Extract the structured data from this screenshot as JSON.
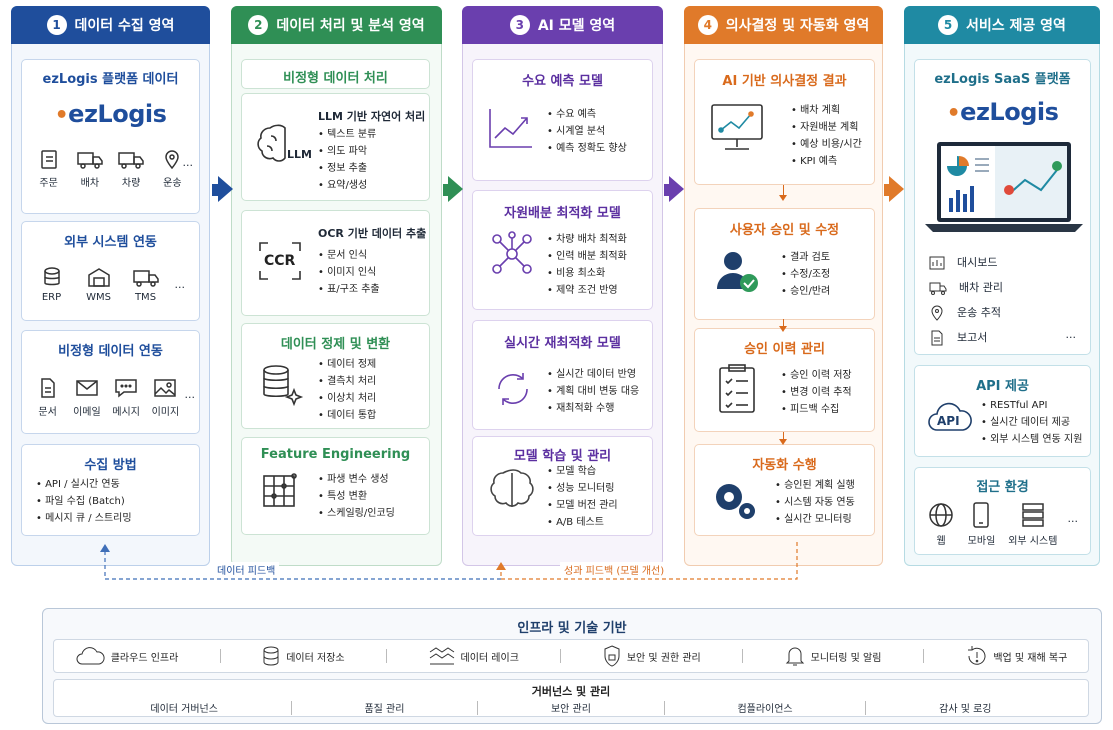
{
  "columns": [
    {
      "num": "1",
      "title": "데이터 수집 영역"
    },
    {
      "num": "2",
      "title": "데이터 처리 및 분석 영역"
    },
    {
      "num": "3",
      "title": "AI 모델 영역"
    },
    {
      "num": "4",
      "title": "의사결정 및 자동화 영역"
    },
    {
      "num": "5",
      "title": "서비스 제공 영역"
    }
  ],
  "col1": {
    "platform_title": "ezLogis 플랫폼 데이터",
    "logo": "ezLogis",
    "platform_items": [
      "주문",
      "배차",
      "차량",
      "운송"
    ],
    "ellipsis": "...",
    "external_title": "외부 시스템 연동",
    "external_items": [
      "ERP",
      "WMS",
      "TMS"
    ],
    "unstructured_title": "비정형 데이터 연동",
    "unstructured_items": [
      "문서",
      "이메일",
      "메시지",
      "이미지"
    ],
    "method_title": "수집 방법",
    "methods": [
      "API / 실시간 연동",
      "파일 수집 (Batch)",
      "메시지 큐 / 스트리밍"
    ]
  },
  "col2": {
    "section_title": "비정형 데이터 처리",
    "llm_title": "LLM 기반 자연어 처리",
    "llm_icon_text": "LLM",
    "llm_items": [
      "텍스트 분류",
      "의도 파악",
      "정보 추출",
      "요약/생성"
    ],
    "ocr_title": "OCR 기반 데이터 추출",
    "ocr_icon_text": "CCR",
    "ocr_items": [
      "문서 인식",
      "이미지 인식",
      "표/구조 추출"
    ],
    "clean_title": "데이터 정제 및 변환",
    "clean_items": [
      "데이터 정제",
      "결측치 처리",
      "이상치 처리",
      "데이터 통합"
    ],
    "fe_title": "Feature Engineering",
    "fe_items": [
      "파생 변수 생성",
      "특성 변환",
      "스케일링/인코딩"
    ]
  },
  "col3": {
    "demand_title": "수요 예측 모델",
    "demand_items": [
      "수요 예측",
      "시계열 분석",
      "예측 정확도 향상"
    ],
    "alloc_title": "자원배분 최적화 모델",
    "alloc_items": [
      "차량 배차 최적화",
      "인력 배분 최적화",
      "비용 최소화",
      "제약 조건 반영"
    ],
    "realtime_title": "실시간 재최적화 모델",
    "realtime_items": [
      "실시간 데이터 반영",
      "계획 대비 변동 대응",
      "재최적화 수행"
    ],
    "train_title": "모델 학습 및 관리",
    "train_items": [
      "모델 학습",
      "성능 모니터링",
      "모델 버전 관리",
      "A/B 테스트"
    ]
  },
  "col4": {
    "ai_title": "AI 기반 의사결정 결과",
    "ai_items": [
      "배차 계획",
      "자원배분 계획",
      "예상 비용/시간",
      "KPI 예측"
    ],
    "approve_title": "사용자 승인 및 수정",
    "approve_items": [
      "결과 검토",
      "수정/조정",
      "승인/반려"
    ],
    "history_title": "승인 이력 관리",
    "history_items": [
      "승인 이력 저장",
      "변경 이력 추적",
      "피드백 수집"
    ],
    "auto_title": "자동화 수행",
    "auto_items": [
      "승인된 계획 실행",
      "시스템 자동 연동",
      "실시간 모니터링"
    ]
  },
  "col5": {
    "saas_title": "ezLogis SaaS 플랫폼",
    "logo": "ezLogis",
    "menu": [
      "대시보드",
      "배차 관리",
      "운송 추적",
      "보고서"
    ],
    "ellipsis": "...",
    "api_title": "API 제공",
    "api_icon_text": "API",
    "api_items": [
      "RESTful API",
      "실시간 데이터 제공",
      "외부 시스템 연동 지원"
    ],
    "access_title": "접근 환경",
    "access_items": [
      "웹",
      "모바일",
      "외부 시스템"
    ]
  },
  "feedback": {
    "data": "데이터 피드백",
    "perf": "성과 피드백 (모델 개선)"
  },
  "infra": {
    "title": "인프라 및 기술 기반",
    "items": [
      "클라우드 인프라",
      "데이터 저장소",
      "데이터 레이크",
      "보안 및 권한 관리",
      "모니터링 및 알림",
      "백업 및 재해 복구"
    ],
    "gov_title": "거버넌스 및 관리",
    "gov_items": [
      "데이터 거버넌스",
      "품질 관리",
      "보안 관리",
      "컴플라이언스",
      "감사 및 로깅"
    ]
  },
  "colors": {
    "blue": "#1f4e9c",
    "green": "#2f8f55",
    "purple": "#6a3fae",
    "orange": "#e07a2a",
    "teal": "#1f8aa3"
  }
}
